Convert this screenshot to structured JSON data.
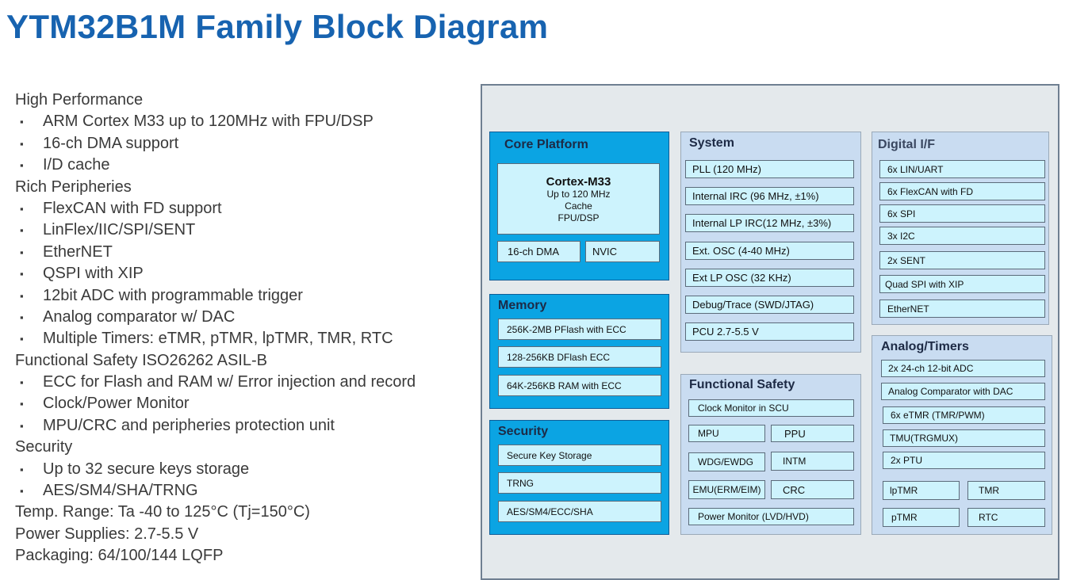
{
  "title": "YTM32B1M Family Block Diagram",
  "features": [
    {
      "text": "High Performance",
      "level": 0
    },
    {
      "text": "ARM Cortex M33 up to 120MHz with FPU/DSP",
      "level": 1
    },
    {
      "text": "16-ch DMA support",
      "level": 1
    },
    {
      "text": "I/D cache",
      "level": 1
    },
    {
      "text": "Rich Peripheries",
      "level": 0
    },
    {
      "text": "FlexCAN with FD support",
      "level": 1
    },
    {
      "text": "LinFlex/IIC/SPI/SENT",
      "level": 1
    },
    {
      "text": "EtherNET",
      "level": 1
    },
    {
      "text": "QSPI with XIP",
      "level": 1
    },
    {
      "text": "12bit ADC with programmable trigger",
      "level": 1
    },
    {
      "text": "Analog comparator w/ DAC",
      "level": 1
    },
    {
      "text": "Multiple Timers: eTMR, pTMR, lpTMR, TMR, RTC",
      "level": 1
    },
    {
      "text": "Functional Safety ISO26262 ASIL-B",
      "level": 0
    },
    {
      "text": "ECC for Flash and RAM w/ Error injection and record",
      "level": 1
    },
    {
      "text": "Clock/Power Monitor",
      "level": 1
    },
    {
      "text": "MPU/CRC and peripheries protection unit",
      "level": 1
    },
    {
      "text": "Security",
      "level": 0
    },
    {
      "text": "Up to 32 secure keys storage",
      "level": 1
    },
    {
      "text": "AES/SM4/SHA/TRNG",
      "level": 1
    },
    {
      "text": "Temp. Range: Ta  -40 to 125°C   (Tj=150°C)",
      "level": 0
    },
    {
      "text": "Power Supplies: 2.7-5.5 V",
      "level": 0
    },
    {
      "text": "Packaging: 64/100/144 LQFP",
      "level": 0
    }
  ],
  "bullet_glyph": "▪",
  "blocks": {
    "core": {
      "title": "Core Platform",
      "cpu_name": "Cortex-M33",
      "cpu_lines": [
        "Up to 120 MHz",
        "Cache",
        "FPU/DSP"
      ],
      "items": [
        "16-ch DMA",
        "NVIC"
      ]
    },
    "memory": {
      "title": "Memory",
      "items": [
        "256K-2MB  PFlash with ECC",
        "128-256KB  DFlash ECC",
        "64K-256KB  RAM with ECC"
      ]
    },
    "security": {
      "title": "Security",
      "items": [
        "Secure Key Storage",
        "TRNG",
        "AES/SM4/ECC/SHA"
      ]
    },
    "system": {
      "title": "System",
      "items": [
        "PLL (120 MHz)",
        "Internal IRC (96 MHz, ±1%)",
        "Internal LP IRC(12 MHz, ±3%)",
        "Ext. OSC (4-40 MHz)",
        "Ext LP OSC (32 KHz)",
        "Debug/Trace (SWD/JTAG)",
        "PCU 2.7-5.5 V"
      ]
    },
    "safety": {
      "title": "Functional Safety",
      "items": [
        "Clock Monitor  in SCU",
        "MPU",
        "PPU",
        "WDG/EWDG",
        "INTM",
        "EMU(ERM/EIM)",
        "CRC",
        "Power Monitor (LVD/HVD)"
      ]
    },
    "digital": {
      "title": "Digital I/F",
      "items": [
        "6x LIN/UART",
        "6x FlexCAN  with FD",
        "6x SPI",
        "3x I2C",
        "2x SENT",
        "Quad SPI with XIP",
        "EtherNET"
      ]
    },
    "analog": {
      "title": "Analog/Timers",
      "items": [
        "2x 24-ch 12-bit ADC",
        "Analog Comparator with DAC",
        "6x eTMR (TMR/PWM)",
        "TMU(TRGMUX)",
        "2x PTU",
        "lpTMR",
        "TMR",
        "pTMR",
        "RTC"
      ]
    }
  }
}
